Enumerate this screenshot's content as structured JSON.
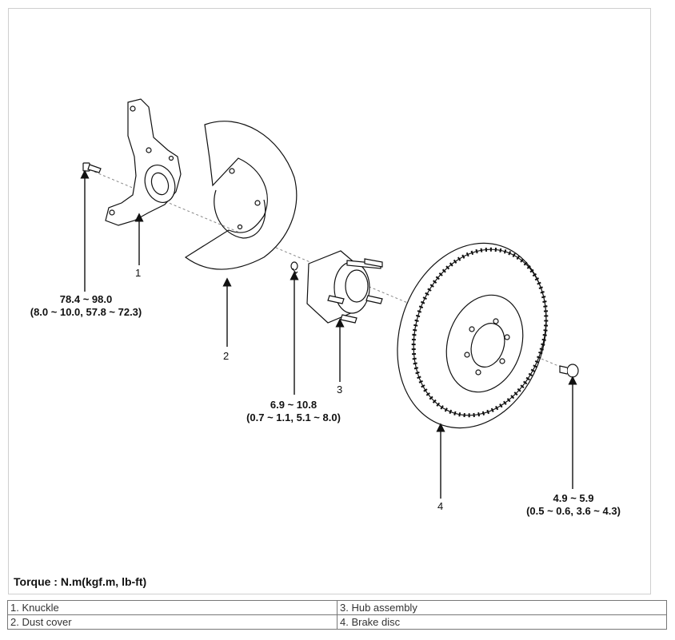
{
  "callouts": {
    "n1": "1",
    "n2": "2",
    "n3": "3",
    "n4": "4"
  },
  "torques": {
    "knuckle_bolt": {
      "line1": "78.4 ~ 98.0",
      "line2": "(8.0 ~ 10.0, 57.8 ~ 72.3)"
    },
    "dust_cover_screw": {
      "line1": "6.9 ~ 10.8",
      "line2": "(0.7 ~ 1.1, 5.1 ~ 8.0)"
    },
    "disc_screw": {
      "line1": "4.9 ~ 5.9",
      "line2": "(0.5 ~ 0.6, 3.6 ~ 4.3)"
    }
  },
  "torque_note": "Torque : N.m(kgf.m, lb-ft)",
  "legend": [
    [
      "1. Knuckle",
      "3. Hub assembly"
    ],
    [
      "2. Dust cover",
      "4. Brake disc"
    ]
  ]
}
